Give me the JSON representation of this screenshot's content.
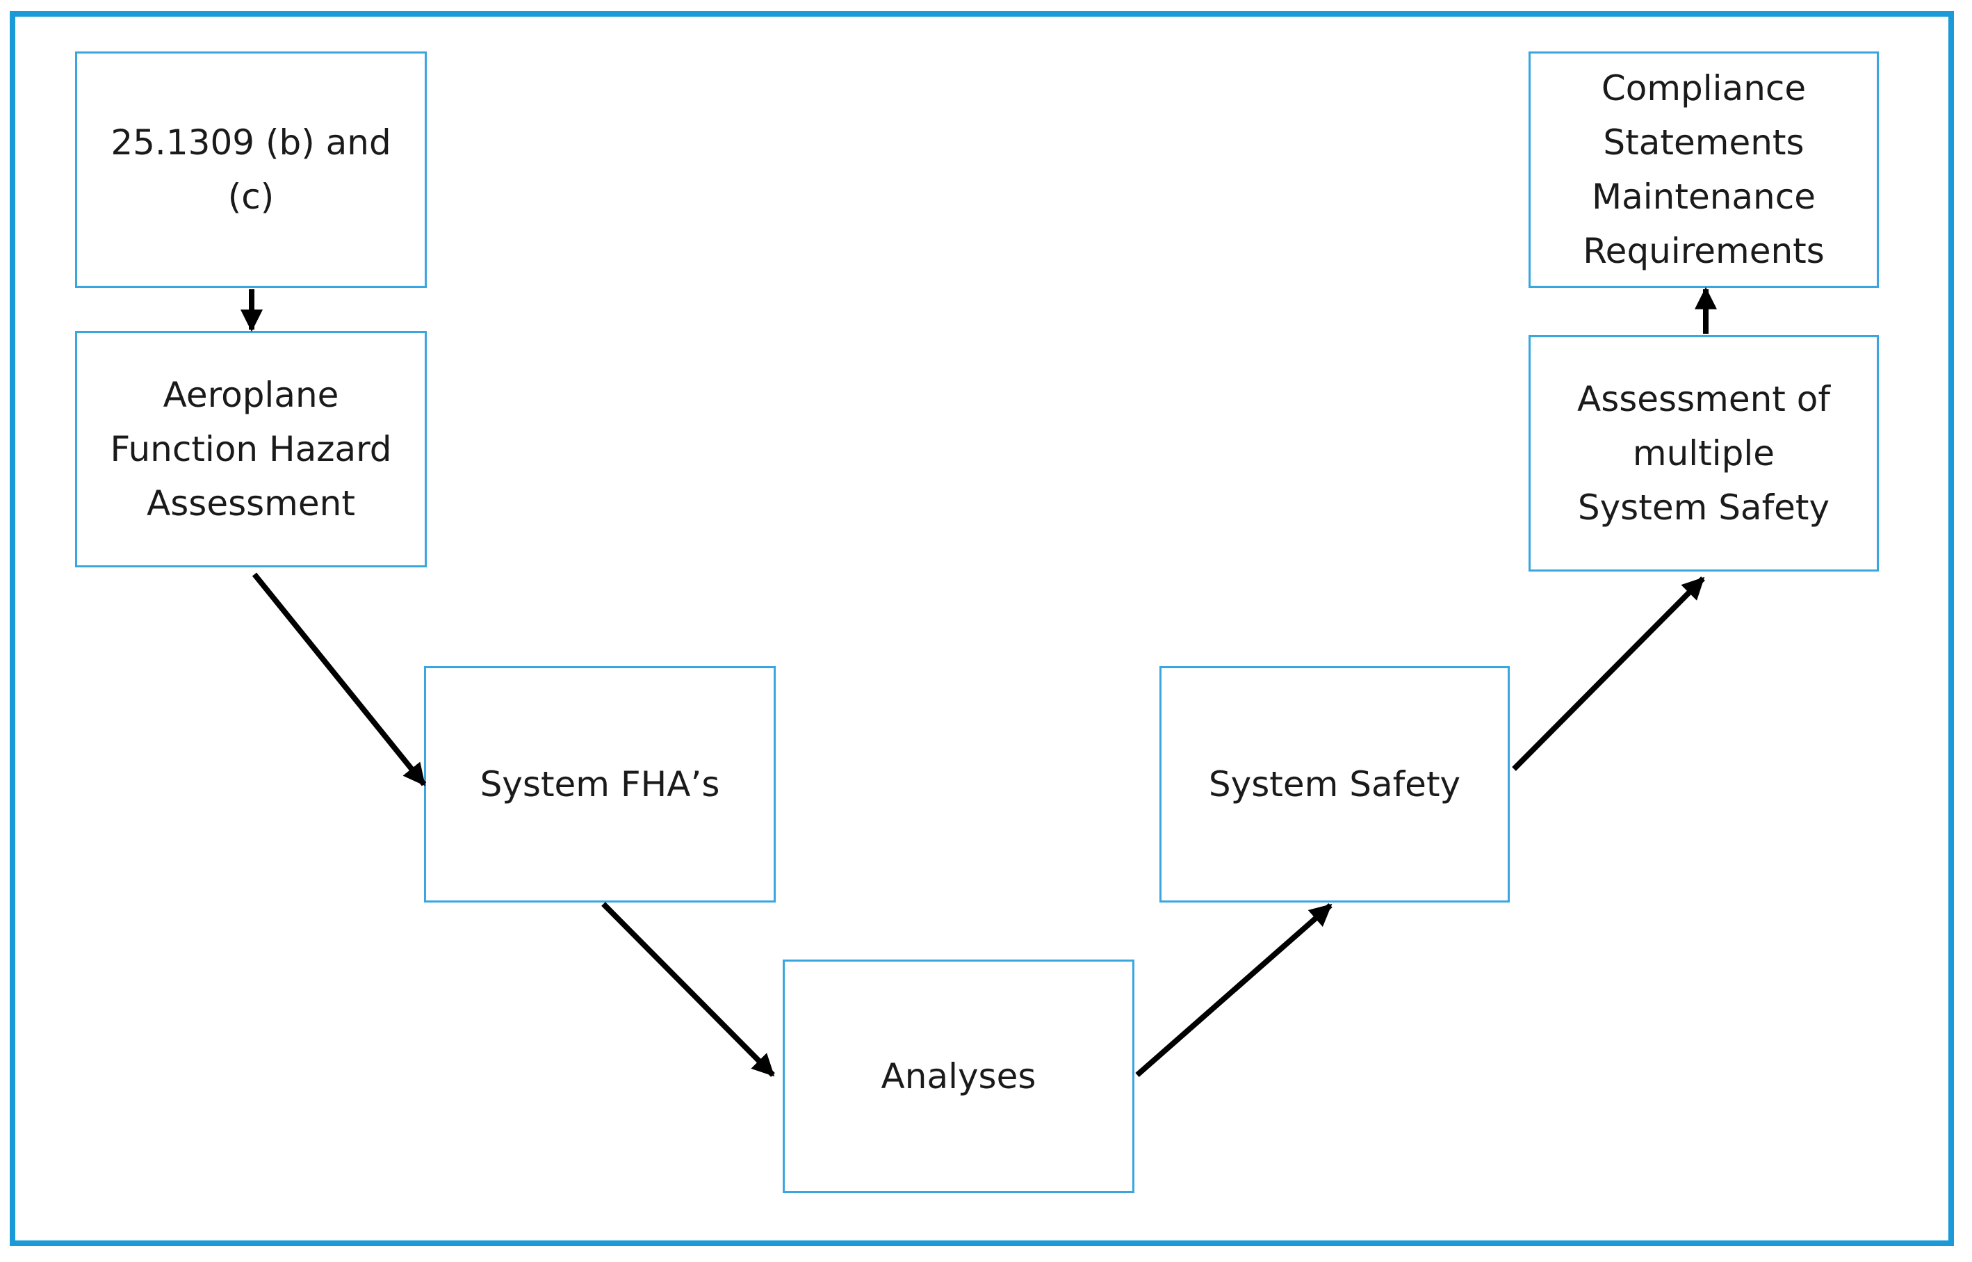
{
  "diagram": {
    "nodes": [
      {
        "id": "regulation",
        "label": "25.1309 (b) and\n(c)"
      },
      {
        "id": "aeroplane_fha",
        "label": "Aeroplane\nFunction Hazard\nAssessment"
      },
      {
        "id": "system_fha",
        "label": "System FHA’s"
      },
      {
        "id": "analyses",
        "label": "Analyses"
      },
      {
        "id": "system_safety",
        "label": "System Safety"
      },
      {
        "id": "multiple_assessment",
        "label": "Assessment of\nmultiple\nSystem Safety"
      },
      {
        "id": "compliance",
        "label": "Compliance\nStatements\nMaintenance\nRequirements"
      }
    ],
    "edges": [
      {
        "from": "regulation",
        "to": "aeroplane_fha"
      },
      {
        "from": "aeroplane_fha",
        "to": "system_fha"
      },
      {
        "from": "system_fha",
        "to": "analyses"
      },
      {
        "from": "analyses",
        "to": "system_safety"
      },
      {
        "from": "system_safety",
        "to": "multiple_assessment"
      },
      {
        "from": "multiple_assessment",
        "to": "compliance"
      }
    ],
    "colors": {
      "frame_border": "#1a9ad6",
      "box_border": "#3aa6e0",
      "arrow": "#000000",
      "text": "#1a1a1a"
    }
  }
}
